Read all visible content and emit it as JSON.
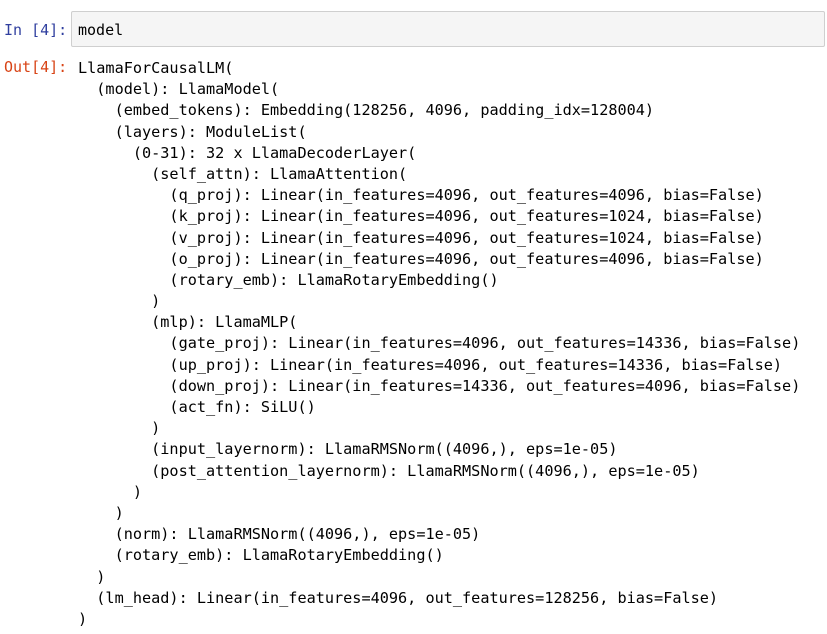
{
  "input_cell": {
    "prompt": "In [4]:",
    "code": "model"
  },
  "output_cell": {
    "prompt": "Out[4]:",
    "lines": [
      "LlamaForCausalLM(",
      "  (model): LlamaModel(",
      "    (embed_tokens): Embedding(128256, 4096, padding_idx=128004)",
      "    (layers): ModuleList(",
      "      (0-31): 32 x LlamaDecoderLayer(",
      "        (self_attn): LlamaAttention(",
      "          (q_proj): Linear(in_features=4096, out_features=4096, bias=False)",
      "          (k_proj): Linear(in_features=4096, out_features=1024, bias=False)",
      "          (v_proj): Linear(in_features=4096, out_features=1024, bias=False)",
      "          (o_proj): Linear(in_features=4096, out_features=4096, bias=False)",
      "          (rotary_emb): LlamaRotaryEmbedding()",
      "        )",
      "        (mlp): LlamaMLP(",
      "          (gate_proj): Linear(in_features=4096, out_features=14336, bias=False)",
      "          (up_proj): Linear(in_features=4096, out_features=14336, bias=False)",
      "          (down_proj): Linear(in_features=14336, out_features=4096, bias=False)",
      "          (act_fn): SiLU()",
      "        )",
      "        (input_layernorm): LlamaRMSNorm((4096,), eps=1e-05)",
      "        (post_attention_layernorm): LlamaRMSNorm((4096,), eps=1e-05)",
      "      )",
      "    )",
      "    (norm): LlamaRMSNorm((4096,), eps=1e-05)",
      "    (rotary_emb): LlamaRotaryEmbedding()",
      "  )",
      "  (lm_head): Linear(in_features=4096, out_features=128256, bias=False)",
      ")"
    ]
  },
  "colors": {
    "in_prompt": "#303f9f",
    "out_prompt": "#d84315",
    "input_background": "#f5f5f5",
    "input_border": "#cfcfcf"
  }
}
